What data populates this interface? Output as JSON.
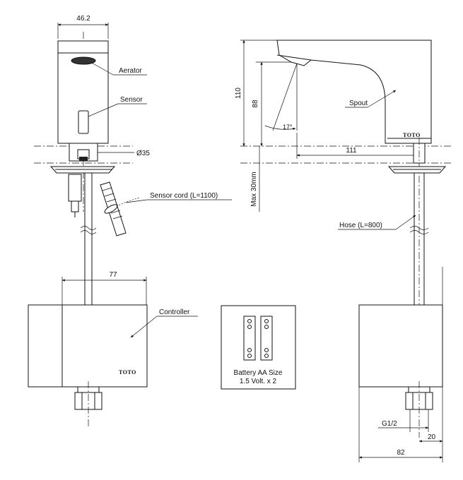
{
  "front_view": {
    "width_dim": "46.2",
    "aerator_label": "Aerator",
    "sensor_label": "Sensor",
    "diameter_dim": "Ø35",
    "sensor_cord_label": "Sensor cord (L=1100)",
    "controller_width_dim": "77",
    "controller_label": "Controller",
    "controller_brand": "TOTO"
  },
  "battery": {
    "label_line1": "Battery AA Size",
    "label_line2": "1.5 Volt. x 2"
  },
  "side_view": {
    "height_dim": "110",
    "spout_height_dim": "88",
    "angle_dim": "17°",
    "spout_label": "Spout",
    "brand": "TOTO",
    "reach_dim": "111",
    "deck_dim": "Max 30mm",
    "hose_label": "Hose (L=800)",
    "thread_dim": "G1/2",
    "offset_dim": "20",
    "controller_depth_dim": "82"
  }
}
